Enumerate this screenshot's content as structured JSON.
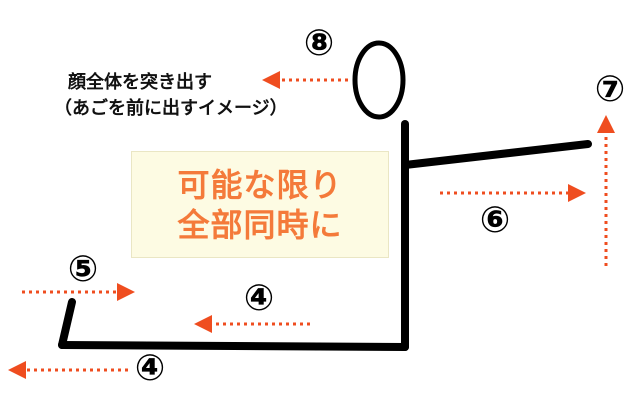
{
  "instruction": {
    "line1": "顔全体を突き出す",
    "line2": "（あごを前に出すイメージ）"
  },
  "callout": {
    "line1": "可能な限り",
    "line2": "全部同時に"
  },
  "steps": {
    "head": "⑧",
    "arm_up": "⑦",
    "arm_forward": "⑥",
    "foot": "⑤",
    "leg_mid": "④",
    "leg_bottom": "④"
  },
  "colors": {
    "arrow": "#ef4d1f",
    "callout_text": "#f47a3a",
    "callout_bg": "#fdfbe3",
    "figure": "#000000"
  }
}
